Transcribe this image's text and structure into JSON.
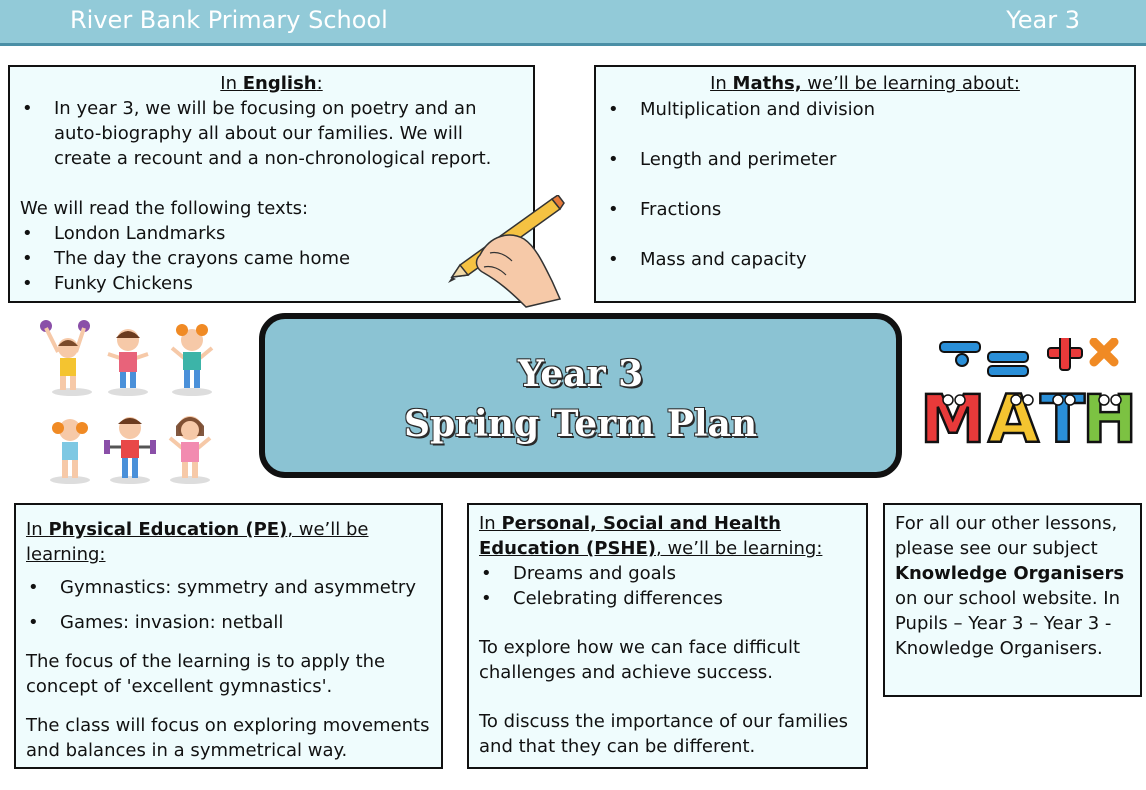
{
  "header": {
    "school": "River Bank Primary School",
    "year": "Year 3"
  },
  "english": {
    "title_prefix": "In ",
    "title_subject": "English",
    "title_suffix": ":",
    "bullets": [
      "In year 3, we will be focusing on poetry and an auto-biography all about our families. We will create a recount and a non-chronological report."
    ],
    "texts_intro": "We will read the following texts:",
    "texts": [
      "London Landmarks",
      "The day the crayons came home",
      "Funky Chickens"
    ]
  },
  "maths": {
    "title_prefix": "In ",
    "title_subject": "Maths,",
    "title_suffix": " we’ll be learning about:",
    "items": [
      "Multiplication and division",
      "Length and perimeter",
      "Fractions",
      "Mass and capacity"
    ]
  },
  "center": {
    "line1": "Year 3",
    "line2": "Spring Term Plan"
  },
  "pe": {
    "title_prefix": "In ",
    "title_subject": "Physical Education (PE)",
    "title_suffix": ", we’ll be learning:",
    "items": [
      "Gymnastics: symmetry and asymmetry",
      "Games: invasion: netball"
    ],
    "para1": "The focus of the learning is to apply the concept of 'excellent gymnastics'.",
    "para2": "The class will focus on exploring movements and balances in a symmetrical way."
  },
  "pshe": {
    "title_prefix": "In ",
    "title_subject": "Personal, Social and Health Education (PSHE)",
    "title_suffix": ", we’ll be learning:",
    "items": [
      "Dreams and goals",
      "Celebrating differences"
    ],
    "para1": "To explore how we can face difficult challenges and achieve success.",
    "para2": "To discuss the importance of our families and that they can be different."
  },
  "other": {
    "text_before": "For all our other lessons, please see our subject ",
    "bold": "Knowledge Organisers",
    "text_after": " on our school website. In Pupils – Year 3 – Year 3 - Knowledge Organisers."
  },
  "art": {
    "math_letters": "MATH"
  },
  "colors": {
    "header_bg": "#92cad8",
    "box_bg": "#effcfd",
    "panel_bg": "#8bc3d3"
  }
}
